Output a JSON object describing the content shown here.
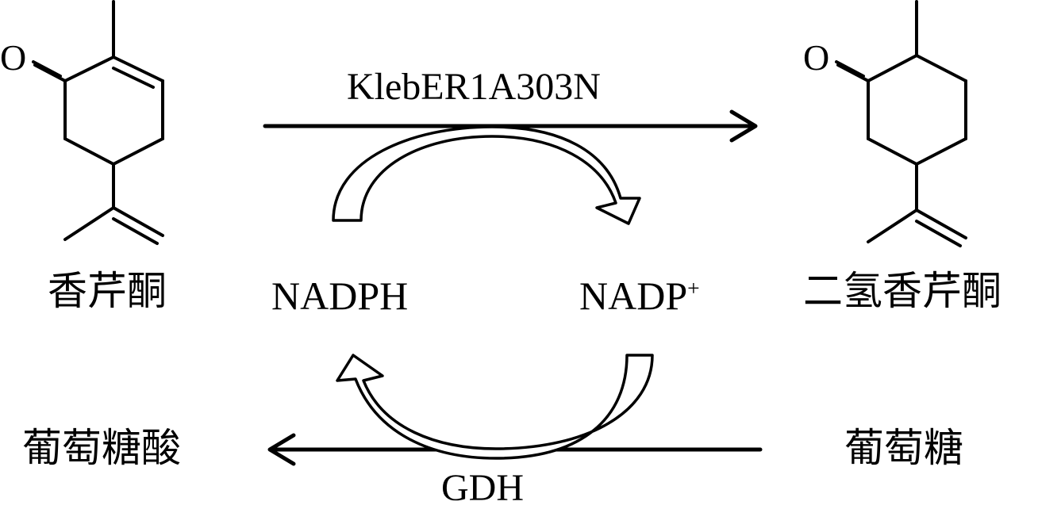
{
  "atoms": {
    "left_oxygen": "O",
    "right_oxygen": "O"
  },
  "enzymes": {
    "top": "KlebER1A303N",
    "bottom": "GDH"
  },
  "cofactors": {
    "reduced": "NADPH",
    "oxidized_base": "NADP",
    "oxidized_charge": "+"
  },
  "compounds": {
    "substrate": "香芹酮",
    "product": "二氢香芹酮",
    "glucose": "葡萄糖",
    "gluconic_acid": "葡萄糖酸"
  },
  "colors": {
    "stroke": "#000000",
    "background": "#ffffff"
  }
}
